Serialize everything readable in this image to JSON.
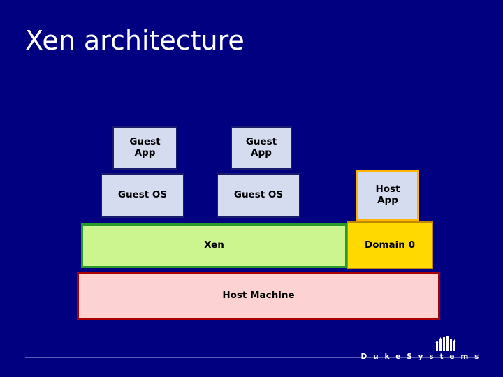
{
  "slide": {
    "title": "Xen architecture",
    "background_color": "#000080",
    "title_color": "#ffffff"
  },
  "diagram": {
    "boxes": [
      {
        "id": "guest-app-1",
        "label_line1": "Guest",
        "label_line2": "App",
        "fill": "#d6dcf0",
        "border": "#1b1b6e"
      },
      {
        "id": "guest-app-2",
        "label_line1": "Guest",
        "label_line2": "App",
        "fill": "#d6dcf0",
        "border": "#1b1b6e"
      },
      {
        "id": "host-app",
        "label_line1": "Host",
        "label_line2": "App",
        "fill": "#d6dcf0",
        "border": "#ffb400"
      },
      {
        "id": "guest-os-1",
        "label": "Guest OS",
        "fill": "#d6dcf0",
        "border": "#1b1b6e"
      },
      {
        "id": "guest-os-2",
        "label": "Guest OS",
        "fill": "#d6dcf0",
        "border": "#1b1b6e"
      },
      {
        "id": "domain-0",
        "label": "Domain 0",
        "fill": "#ffd900",
        "border": "#c08a00"
      },
      {
        "id": "xen",
        "label": "Xen",
        "fill": "#ccf48f",
        "border": "#2a9b2a"
      },
      {
        "id": "host-machine",
        "label": "Host Machine",
        "fill": "#fcd2d2",
        "border": "#aa0000"
      }
    ]
  },
  "footer": {
    "brand": "D u k e   S y s t e m s",
    "brand_icon": "duke-chapel-icon"
  }
}
